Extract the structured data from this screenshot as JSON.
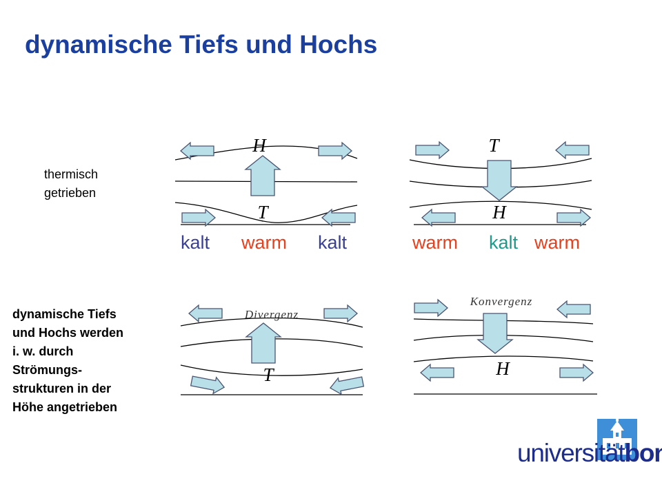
{
  "title": "dynamische Tiefs und Hochs",
  "thermal_label": [
    "thermisch",
    "getrieben"
  ],
  "dynamic_label": [
    "dynamische Tiefs",
    "und Hochs werden",
    "i. w. durch",
    "Strömungs-",
    "strukturen in der",
    "Höhe angetrieben"
  ],
  "panels": {
    "thermal_low": {
      "top": "H",
      "bottom": "T",
      "temps": [
        "kalt",
        "warm",
        "kalt"
      ]
    },
    "thermal_high": {
      "top": "T",
      "bottom": "H",
      "temps": [
        "warm",
        "kalt",
        "warm"
      ]
    },
    "dynamic_low": {
      "annotation": "Divergenz",
      "bottom": "T"
    },
    "dynamic_high": {
      "annotation": "Konvergenz",
      "bottom": "H"
    }
  },
  "logo": {
    "part1": "universität",
    "part2": "bonn"
  },
  "colors": {
    "title": "#1a3f9e",
    "arrow_fill": "#b9dfe8",
    "arrow_stroke": "#4a5470",
    "kalt": "#3a3f96",
    "warm": "#e8401c",
    "kalt_teal": "#1e9a8a",
    "logo_blue": "#1d2d8e",
    "logo_light": "#3f8fd8"
  }
}
